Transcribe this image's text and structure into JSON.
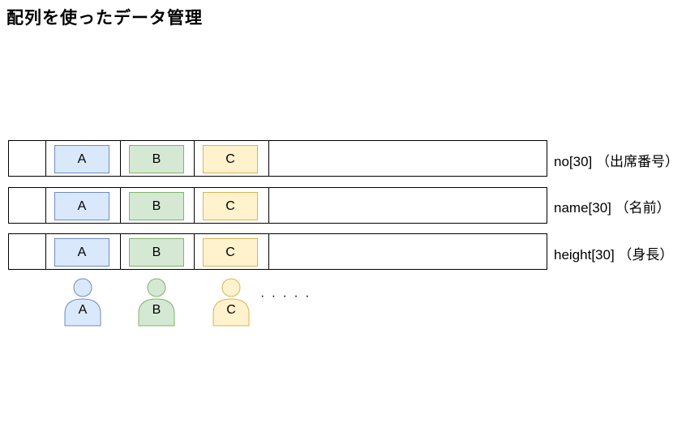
{
  "title": "配列を使ったデータ管理",
  "colors": {
    "a": {
      "fill": "#dae8fc",
      "stroke": "#6c8ebf"
    },
    "b": {
      "fill": "#d5e8d4",
      "stroke": "#82b366"
    },
    "c": {
      "fill": "#fff2cc",
      "stroke": "#d6b656"
    }
  },
  "rows": [
    {
      "cells": [
        "A",
        "B",
        "C"
      ],
      "label": "no[30] （出席番号）"
    },
    {
      "cells": [
        "A",
        "B",
        "C"
      ],
      "label": "name[30] （名前）"
    },
    {
      "cells": [
        "A",
        "B",
        "C"
      ],
      "label": "height[30] （身長）"
    }
  ],
  "people": [
    {
      "letter": "A",
      "icon": "person-icon"
    },
    {
      "letter": "B",
      "icon": "person-icon"
    },
    {
      "letter": "C",
      "icon": "person-icon"
    }
  ],
  "ellipsis": "· · · · ·"
}
